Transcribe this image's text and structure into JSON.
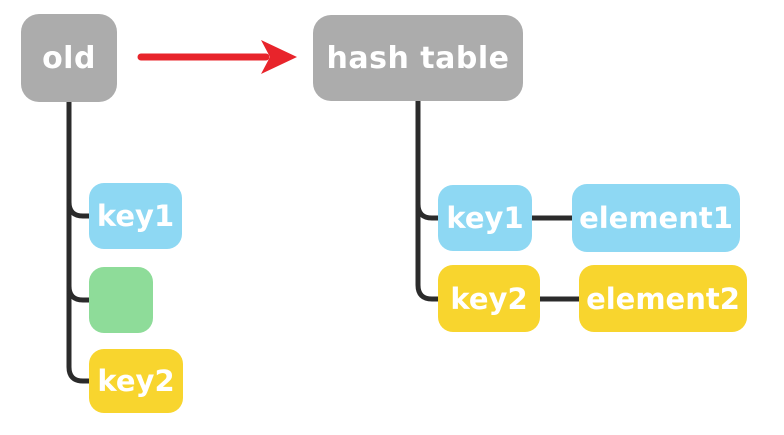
{
  "diagram": {
    "colors": {
      "node_gray": "#acacac",
      "node_blue": "#8ed8f3",
      "node_green": "#8edc99",
      "node_yellow": "#f8d52e",
      "line": "#2b2b2b",
      "arrow_red": "#e8242b",
      "label_text": "#ffffff",
      "background": "#ffffff"
    },
    "left_tree": {
      "root_label": "old",
      "children": [
        {
          "label": "key1",
          "color": "#8ed8f3"
        },
        {
          "label": "",
          "color": "#8edc99"
        },
        {
          "label": "key2",
          "color": "#f8d52e"
        }
      ]
    },
    "arrow": {
      "meaning": "transforms-into"
    },
    "right_tree": {
      "root_label": "hash table",
      "rows": [
        {
          "key_label": "key1",
          "element_label": "element1",
          "color": "#8ed8f3"
        },
        {
          "key_label": "key2",
          "element_label": "element2",
          "color": "#f8d52e"
        }
      ]
    }
  }
}
